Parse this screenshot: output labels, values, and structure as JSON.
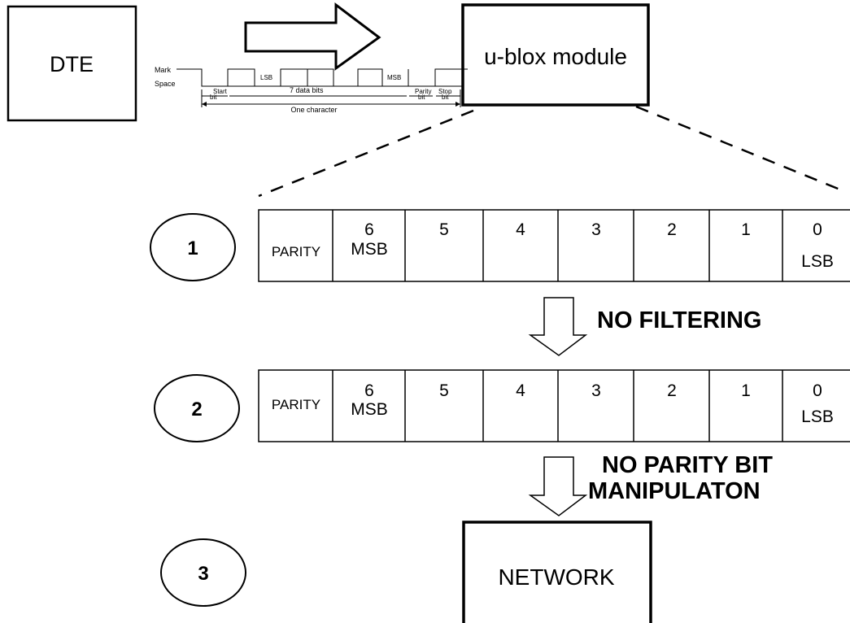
{
  "dte": {
    "label": "DTE"
  },
  "module": {
    "label": "u-blox module"
  },
  "network": {
    "label": "NETWORK"
  },
  "timing": {
    "mark": "Mark",
    "space": "Space",
    "lsb": "LSB",
    "msb": "MSB",
    "start": "Start",
    "start_bit": "bit",
    "data_bits": "7 data bits",
    "parity": "Parity",
    "parity_bit": "bit",
    "stop": "Stop",
    "stop_bit": "bit",
    "one_character": "One character"
  },
  "steps": [
    "1",
    "2",
    "3"
  ],
  "frame": {
    "parity": "PARITY",
    "cells": [
      {
        "top": "6",
        "bottom": "MSB"
      },
      {
        "top": "5",
        "bottom": ""
      },
      {
        "top": "4",
        "bottom": ""
      },
      {
        "top": "3",
        "bottom": ""
      },
      {
        "top": "2",
        "bottom": ""
      },
      {
        "top": "1",
        "bottom": ""
      },
      {
        "top": "0",
        "bottom": "LSB"
      }
    ]
  },
  "notes": {
    "filtering": "NO FILTERING",
    "parity_line1": "NO PARITY BIT",
    "parity_line2": "MANIPULATON"
  }
}
